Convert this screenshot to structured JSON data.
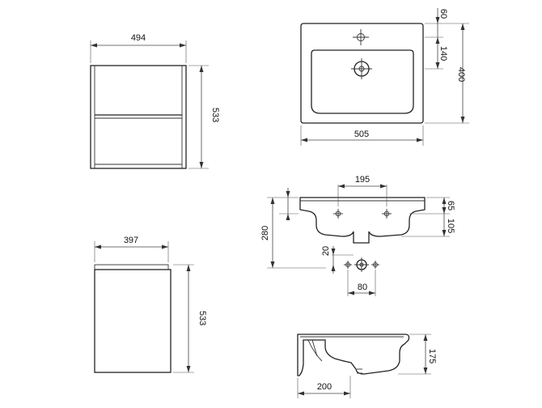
{
  "cabinet_front": {
    "width_label": "494",
    "height_label": "533"
  },
  "cabinet_side": {
    "depth_label": "397",
    "height_label": "533"
  },
  "basin_top": {
    "tap_offset_label": "60",
    "bowl_offset_label": "140",
    "depth_label": "400",
    "width_label": "505"
  },
  "basin_front": {
    "mount_spacing_label": "195",
    "top_height_label": "65",
    "bowl_height_label": "105",
    "overall_height_label": "280",
    "drain_offset_label": "20",
    "drain_spacing_label": "80"
  },
  "basin_section": {
    "height_label": "175",
    "depth_label": "200"
  }
}
